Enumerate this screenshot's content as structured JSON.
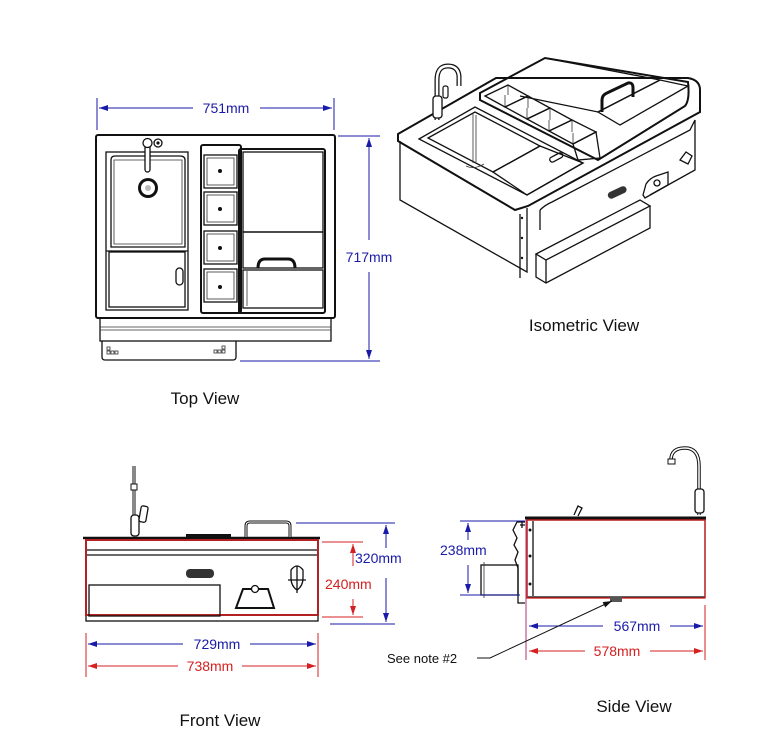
{
  "title": "Bar Center Dimensions",
  "colors": {
    "outline": "#111111",
    "dimension_blue": "#1a1aa8",
    "dimension_red": "#d42020"
  },
  "views": {
    "top": {
      "label": "Top View",
      "width_dim": "751mm",
      "depth_dim": "717mm"
    },
    "isometric": {
      "label": "Isometric View"
    },
    "front": {
      "label": "Front View",
      "overall_height_dim": "320mm",
      "body_height_dim": "240mm",
      "inner_width_dim": "729mm",
      "outer_width_dim": "738mm"
    },
    "side": {
      "label": "Side View",
      "drawer_height_dim": "238mm",
      "inner_depth_dim": "567mm",
      "outer_depth_dim": "578mm",
      "note": "See note #2"
    }
  }
}
